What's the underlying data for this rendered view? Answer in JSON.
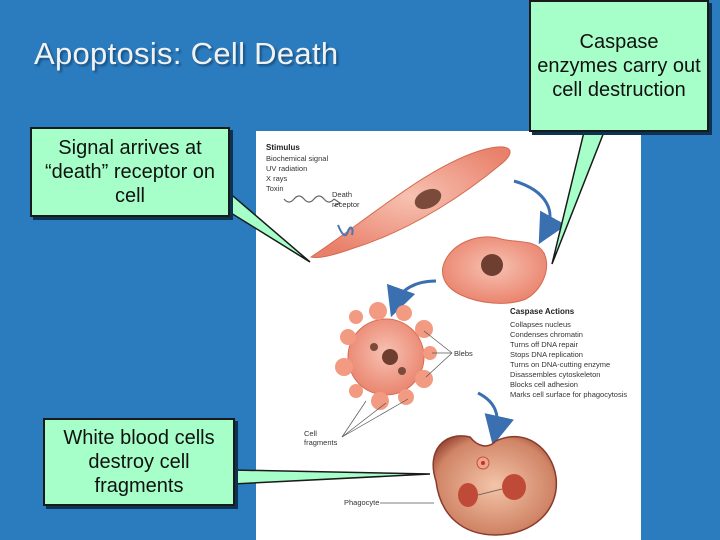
{
  "slide": {
    "title": "Apoptosis: Cell Death"
  },
  "callouts": {
    "signal": "Signal arrives at “death” receptor on cell",
    "caspase": "Caspase enzymes carry out cell destruction",
    "wbc": "White blood cells destroy cell fragments"
  },
  "diagram": {
    "stimulus_heading": "Stimulus",
    "stimulus_items": [
      "Biochemical signal",
      "UV radiation",
      "X rays",
      "Toxin"
    ],
    "death_receptor_line1": "Death",
    "death_receptor_line2": "receptor",
    "caspase_heading": "Caspase Actions",
    "caspase_actions": [
      "Collapses nucleus",
      "Condenses chromatin",
      "Turns off DNA repair",
      "Stops DNA replication",
      "Turns on DNA-cutting enzyme",
      "Disassembles cytoskeleton",
      "Blocks cell adhesion",
      "Marks cell surface for phagocytosis"
    ],
    "blebs_label": "Blebs",
    "cell_fragments_line1": "Cell",
    "cell_fragments_line2": "fragments",
    "phagocyte_label": "Phagocyte"
  },
  "colors": {
    "background": "#2b7cbf",
    "callout_fill": "#a6ffc8",
    "cell_fill": "#f2a28c",
    "nucleus": "#7a4a3a",
    "arrow": "#3a6fb0"
  }
}
